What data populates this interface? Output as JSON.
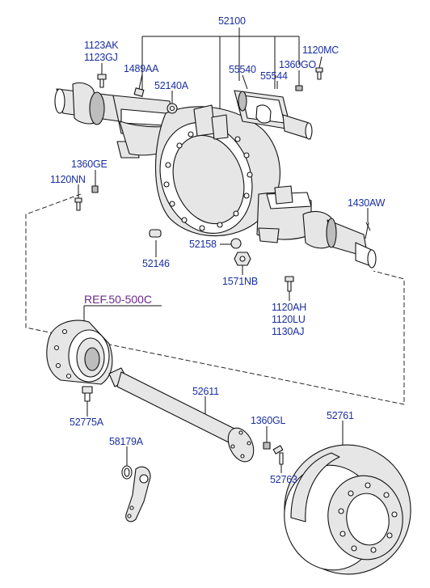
{
  "labels": {
    "p52100": "52100",
    "p1123ak": "1123AK",
    "p1123gj": "1123GJ",
    "p1489aa": "1489AA",
    "p52140a": "52140A",
    "p55540": "55540",
    "p55544": "55544",
    "p1360go": "1360GO",
    "p1120mc": "1120MC",
    "p1360ge": "1360GE",
    "p1120nn": "1120NN",
    "p1430aw": "1430AW",
    "p52158": "52158",
    "p52146": "52146",
    "p1571nb": "1571NB",
    "p1120ah": "1120AH",
    "p1120lu": "1120LU",
    "p1130aj": "1130AJ",
    "ref": "REF.50-500C",
    "p52611": "52611",
    "p1360gl": "1360GL",
    "p52761": "52761",
    "p52775a": "52775A",
    "p58179a": "58179A",
    "p52763": "52763"
  }
}
